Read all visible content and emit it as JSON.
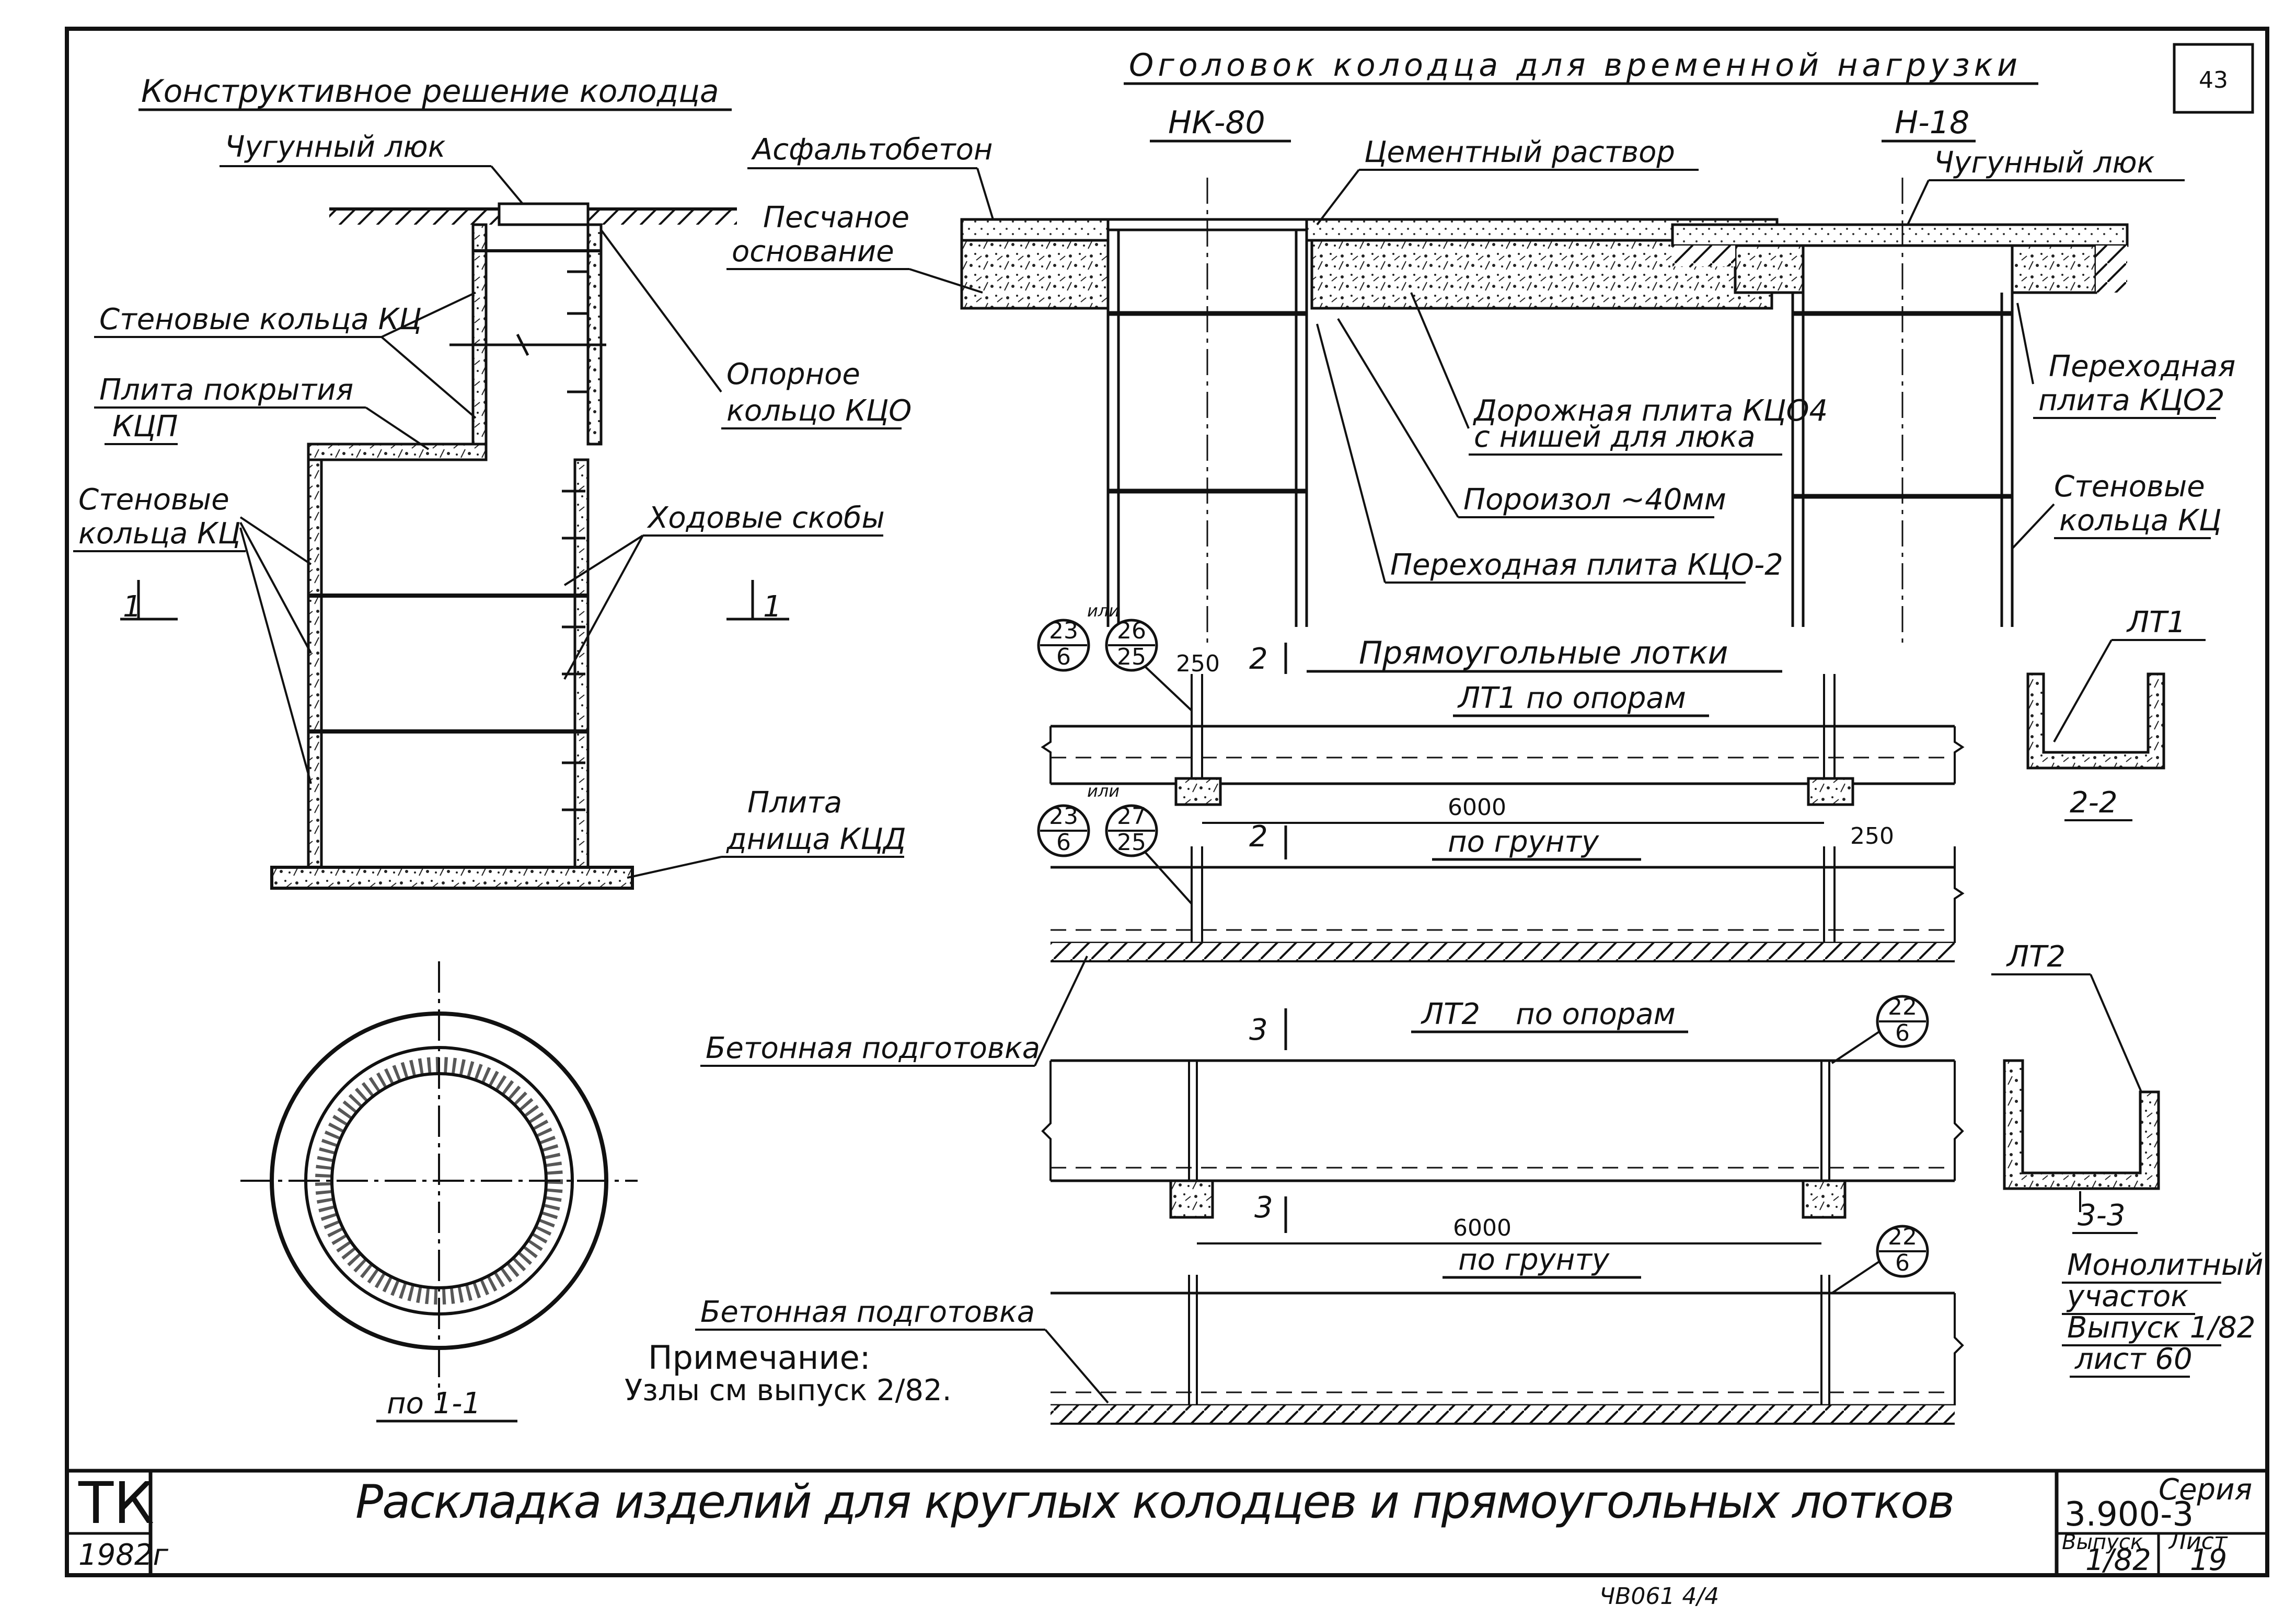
{
  "sheet_number": "43",
  "left": {
    "title": "Конструктивное решение колодца",
    "hatch_label": "Чугунный люк",
    "wall_rings_upper": "Стеновые кольца КЦ",
    "cover_plate": [
      "Плита покрытия",
      "КЦП"
    ],
    "support_ring": [
      "Опорное",
      "кольцо КЦО"
    ],
    "wall_rings_lower": [
      "Стеновые",
      "кольца КЦ"
    ],
    "steps": "Ходовые скобы",
    "section_mark_left": "1",
    "section_mark_right": "1",
    "bottom_plate": [
      "Плита",
      "днища КЦД"
    ],
    "plan_caption": "по 1-1",
    "note_title": "Примечание:",
    "note_text": "Узлы см выпуск 2/82."
  },
  "top": {
    "title": "Оголовок колодца для временной нагрузки",
    "load_left": "НК-80",
    "load_right": "Н-18",
    "asphalt": "Асфальтобетон",
    "sand_base": [
      "Песчаное",
      "основание"
    ],
    "cement_mortar": "Цементный раствор",
    "hatch_label": "Чугунный люк",
    "road_plate": [
      "Дорожная плита КЦО4",
      "с нишей для люка"
    ],
    "poroizol": "Пороизол ~40мм",
    "transition_plate_left": "Переходная плита КЦО-2",
    "transition_plate_right": [
      "Переходная",
      "плита КЦО2"
    ],
    "wall_rings_right": [
      "Стеновые",
      "кольца КЦ"
    ]
  },
  "trays": {
    "title": "Прямоугольные лотки",
    "lt1_supports": [
      "ЛТ1",
      "по опорам"
    ],
    "ground": "по грунту",
    "lt2_supports": [
      "ЛТ2",
      "по опорам"
    ],
    "dim_6000_a": "6000",
    "dim_6000_b": "6000",
    "dim_250_a": "250",
    "dim_250_b": "250",
    "node_23_6_a": [
      "23",
      "6"
    ],
    "node_26_25": [
      "26",
      "25"
    ],
    "node_23_6_b": [
      "23",
      "6"
    ],
    "node_27_25": [
      "27",
      "25"
    ],
    "node_22_6_a": [
      "22",
      "6"
    ],
    "node_22_6_b": [
      "22",
      "6"
    ],
    "ili_a": "или",
    "ili_b": "или",
    "sec_2a": "2",
    "sec_2b": "2",
    "sec_3a": "3",
    "sec_3b": "3",
    "concrete_prep_a": "Бетонная подготовка",
    "concrete_prep_b": "Бетонная подготовка"
  },
  "right": {
    "lt1": "ЛТ1",
    "sec_2_2": "2-2",
    "lt2": "ЛТ2",
    "sec_3_3": "3-3",
    "monolith": [
      "Монолитный",
      "участок",
      "Выпуск 1/82",
      "лист 60"
    ]
  },
  "title_block": {
    "logo": "ТК",
    "year": "1982г",
    "title": "Раскладка изделий для круглых колодцев и прямоугольных лотков",
    "series_label": "Серия",
    "series_value": "3.900-3",
    "issue_label": "Выпуск",
    "issue_value": "1/82",
    "sheet_label": "Лист",
    "sheet_value": "19"
  },
  "footer": "ЧВ061 4/4"
}
